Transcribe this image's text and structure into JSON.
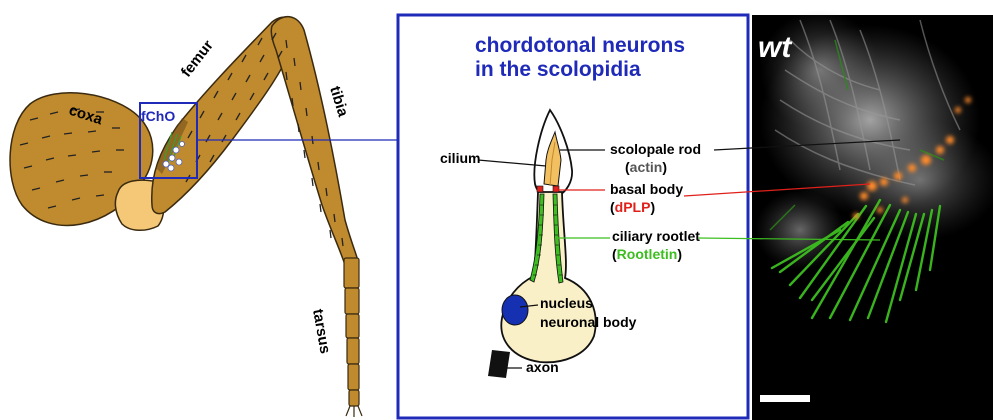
{
  "leg": {
    "coxa": "coxa",
    "femur": "femur",
    "tibia": "tibia",
    "tarsus": "tarsus",
    "fcho": "fChO"
  },
  "panel": {
    "title_line1": "chordotonal neurons",
    "title_line2": "in the scolopidia",
    "cilium": "cilium",
    "scolopale_rod": "scolopale rod",
    "actin": "actin",
    "basal_body": "basal body",
    "dplp": "dPLP",
    "ciliary_rootlet": "ciliary rootlet",
    "rootletin": "Rootletin",
    "nucleus": "nucleus",
    "neuronal_body": "neuronal body",
    "axon": "axon"
  },
  "micrograph": {
    "genotype": "wt"
  },
  "colors": {
    "leg_fill": "#C08A2E",
    "frame_blue": "#1F2BB8",
    "actin_label": "#555555",
    "dplp_label": "#E0201A",
    "rootletin_label": "#3DBE20",
    "nucleus": "#1530B0",
    "cell_body": "#FAF0C8"
  }
}
